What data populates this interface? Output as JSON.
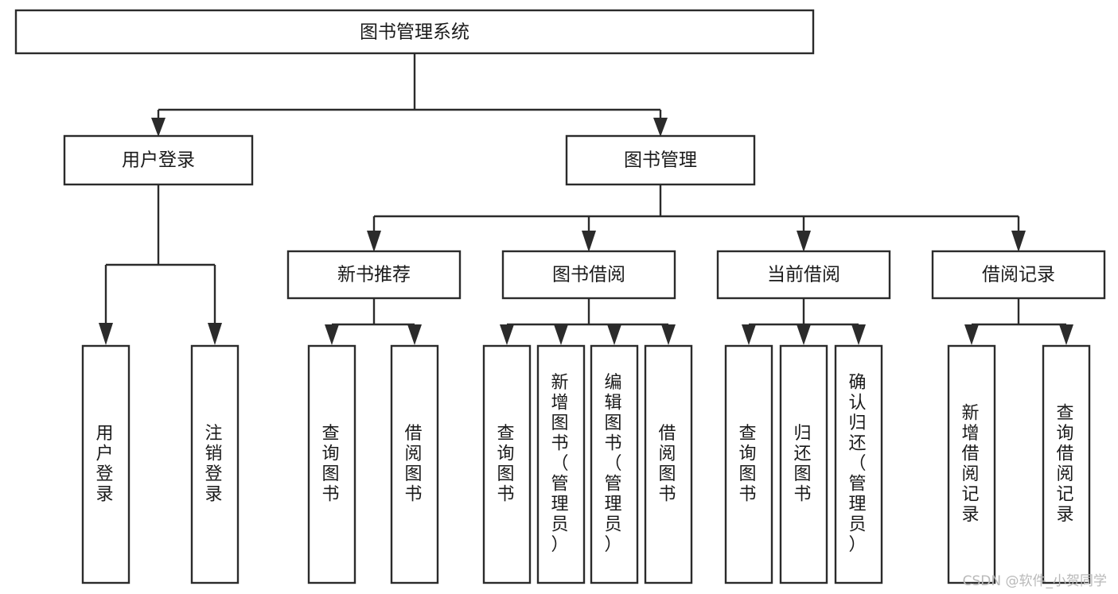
{
  "diagram": {
    "title_node": {
      "label": "图书管理系统"
    },
    "level2": [
      {
        "id": "user-login",
        "label": "用户登录"
      },
      {
        "id": "book-management",
        "label": "图书管理"
      }
    ],
    "level3": [
      {
        "id": "new-book-recommend",
        "label": "新书推荐"
      },
      {
        "id": "book-borrow",
        "label": "图书借阅"
      },
      {
        "id": "current-borrow",
        "label": "当前借阅"
      },
      {
        "id": "borrow-record",
        "label": "借阅记录"
      }
    ],
    "leaves": {
      "user-login": [
        {
          "id": "leaf-user-login",
          "label": "用户登录"
        },
        {
          "id": "leaf-logout-login",
          "label": "注销登录"
        }
      ],
      "new-book-recommend": [
        {
          "id": "leaf-query-book-1",
          "label": "查询图书"
        },
        {
          "id": "leaf-borrow-book-1",
          "label": "借阅图书"
        }
      ],
      "book-borrow": [
        {
          "id": "leaf-query-book-2",
          "label": "查询图书"
        },
        {
          "id": "leaf-add-book",
          "label": "新增图书（管理员）"
        },
        {
          "id": "leaf-edit-book",
          "label": "编辑图书（管理员）"
        },
        {
          "id": "leaf-borrow-book-2",
          "label": "借阅图书"
        }
      ],
      "current-borrow": [
        {
          "id": "leaf-query-book-3",
          "label": "查询图书"
        },
        {
          "id": "leaf-return-book",
          "label": "归还图书"
        },
        {
          "id": "leaf-confirm-return",
          "label": "确认归还（管理员）"
        }
      ],
      "borrow-record": [
        {
          "id": "leaf-add-record",
          "label": "新增借阅记录"
        },
        {
          "id": "leaf-query-record",
          "label": "查询借阅记录"
        }
      ]
    }
  },
  "watermark": {
    "text": "CSDN @软件_小贺同学"
  },
  "colors": {
    "stroke": "#2b2b2b",
    "box_fill": "#ffffff",
    "text": "#1a1a1a",
    "watermark": "#b9b9b9",
    "background": "#ffffff"
  }
}
